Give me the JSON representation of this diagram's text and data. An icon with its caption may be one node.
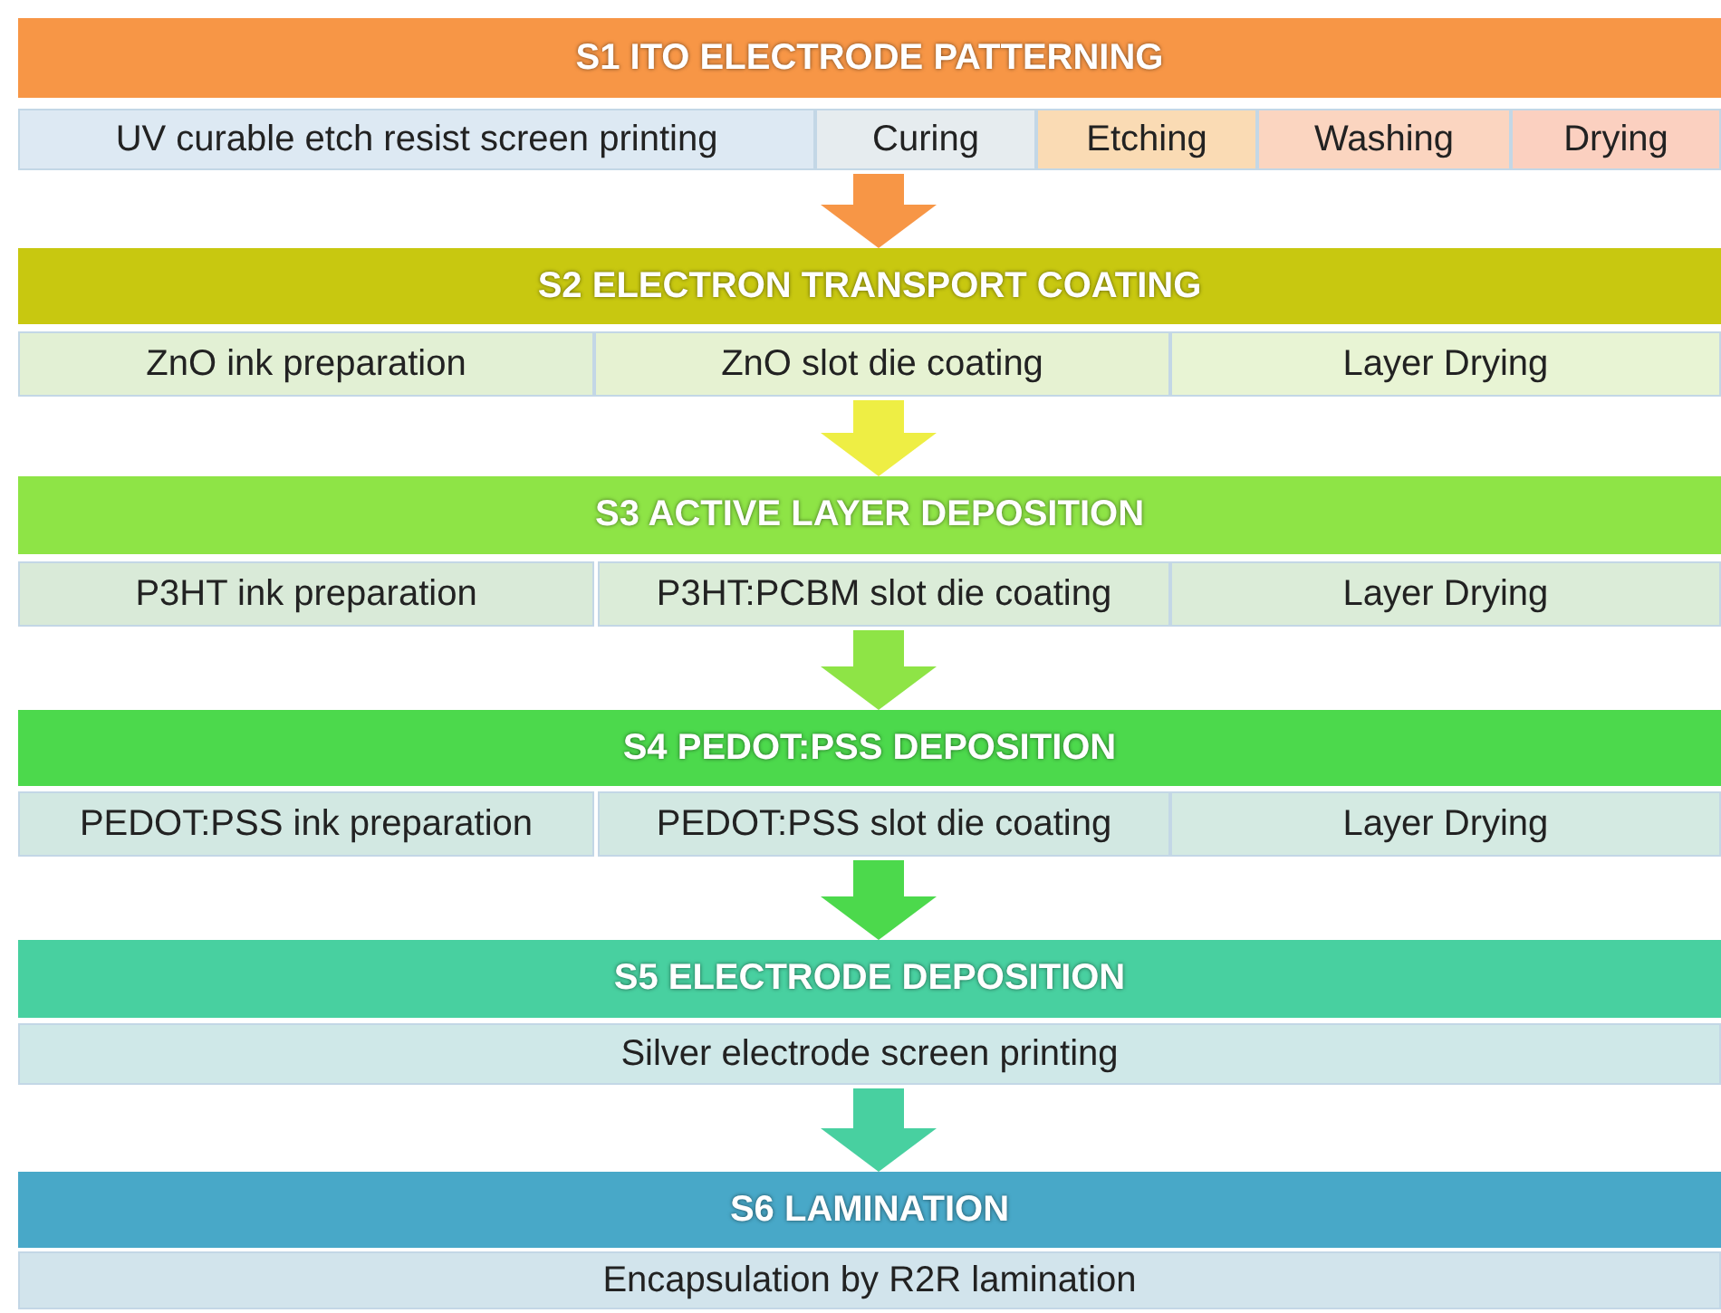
{
  "diagram": {
    "nodes": [
      {
        "text": [
          "S1 ITO ELECTRODE PATTERNING"
        ]
      },
      {
        "text": [
          "UV curable etch resist screen printing"
        ]
      },
      {
        "text": [
          "Curing"
        ]
      },
      {
        "text": [
          "Etching"
        ]
      },
      {
        "text": [
          "Washing"
        ]
      },
      {
        "text": [
          "Drying"
        ]
      },
      {
        "text": [
          "S2  ELECTRON TRANSPORT COATING"
        ]
      },
      {
        "text": [
          "ZnO ink preparation"
        ]
      },
      {
        "text": [
          "ZnO slot die coating"
        ]
      },
      {
        "text": [
          "Layer Drying"
        ]
      },
      {
        "text": [
          "S3  ACTIVE LAYER DEPOSITION"
        ]
      },
      {
        "text": [
          "P3HT ink preparation"
        ]
      },
      {
        "text": [
          "P3HT:PCBM slot die coating"
        ]
      },
      {
        "text": [
          "Layer Drying"
        ]
      },
      {
        "text": [
          "S4 PEDOT:PSS  DEPOSITION"
        ]
      },
      {
        "text": [
          "PEDOT:PSS ink preparation"
        ]
      },
      {
        "text": [
          "PEDOT:PSS slot die coating"
        ]
      },
      {
        "text": [
          "Layer Drying"
        ]
      },
      {
        "text": [
          "S5  ELECTRODE DEPOSITION"
        ]
      },
      {
        "text": [
          "Silver electrode screen printing"
        ]
      },
      {
        "text": [
          "S6 LAMINATION"
        ]
      },
      {
        "text": [
          "Encapsulation by R2R lamination"
        ]
      }
    ],
    "edges": [
      {
        "from": 2,
        "to": 6,
        "arrow": "to",
        "color": "#f79646"
      },
      {
        "from": 8,
        "to": 10,
        "arrow": "to",
        "color": "#eeee44"
      },
      {
        "from": 12,
        "to": 14,
        "arrow": "to",
        "color": "#8ee446"
      },
      {
        "from": 16,
        "to": 18,
        "arrow": "to",
        "color": "#4cd94c"
      },
      {
        "from": 19,
        "to": 20,
        "arrow": "to",
        "color": "#48d0a0"
      }
    ]
  }
}
